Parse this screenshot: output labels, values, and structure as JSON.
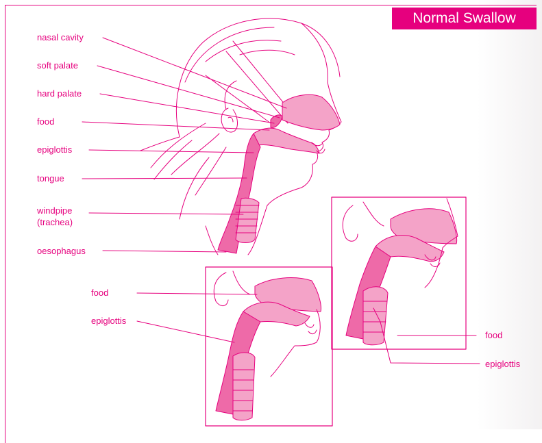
{
  "title": "Normal Swallow",
  "main_labels": {
    "nasal_cavity": "nasal cavity",
    "soft_palate": "soft palate",
    "hard_palate": "hard palate",
    "food": "food",
    "epiglottis": "epiglottis",
    "tongue": "tongue",
    "windpipe_line1": "windpipe",
    "windpipe_line2": "(trachea)",
    "oesophagus": "oesophagus"
  },
  "inset_middle_labels": {
    "food": "food",
    "epiglottis": "epiglottis"
  },
  "inset_right_labels": {
    "food": "food",
    "epiglottis": "epiglottis"
  },
  "colors": {
    "accent": "#e6007e",
    "light_fill": "#f4a3c8",
    "mid_fill": "#ee6aa8"
  }
}
